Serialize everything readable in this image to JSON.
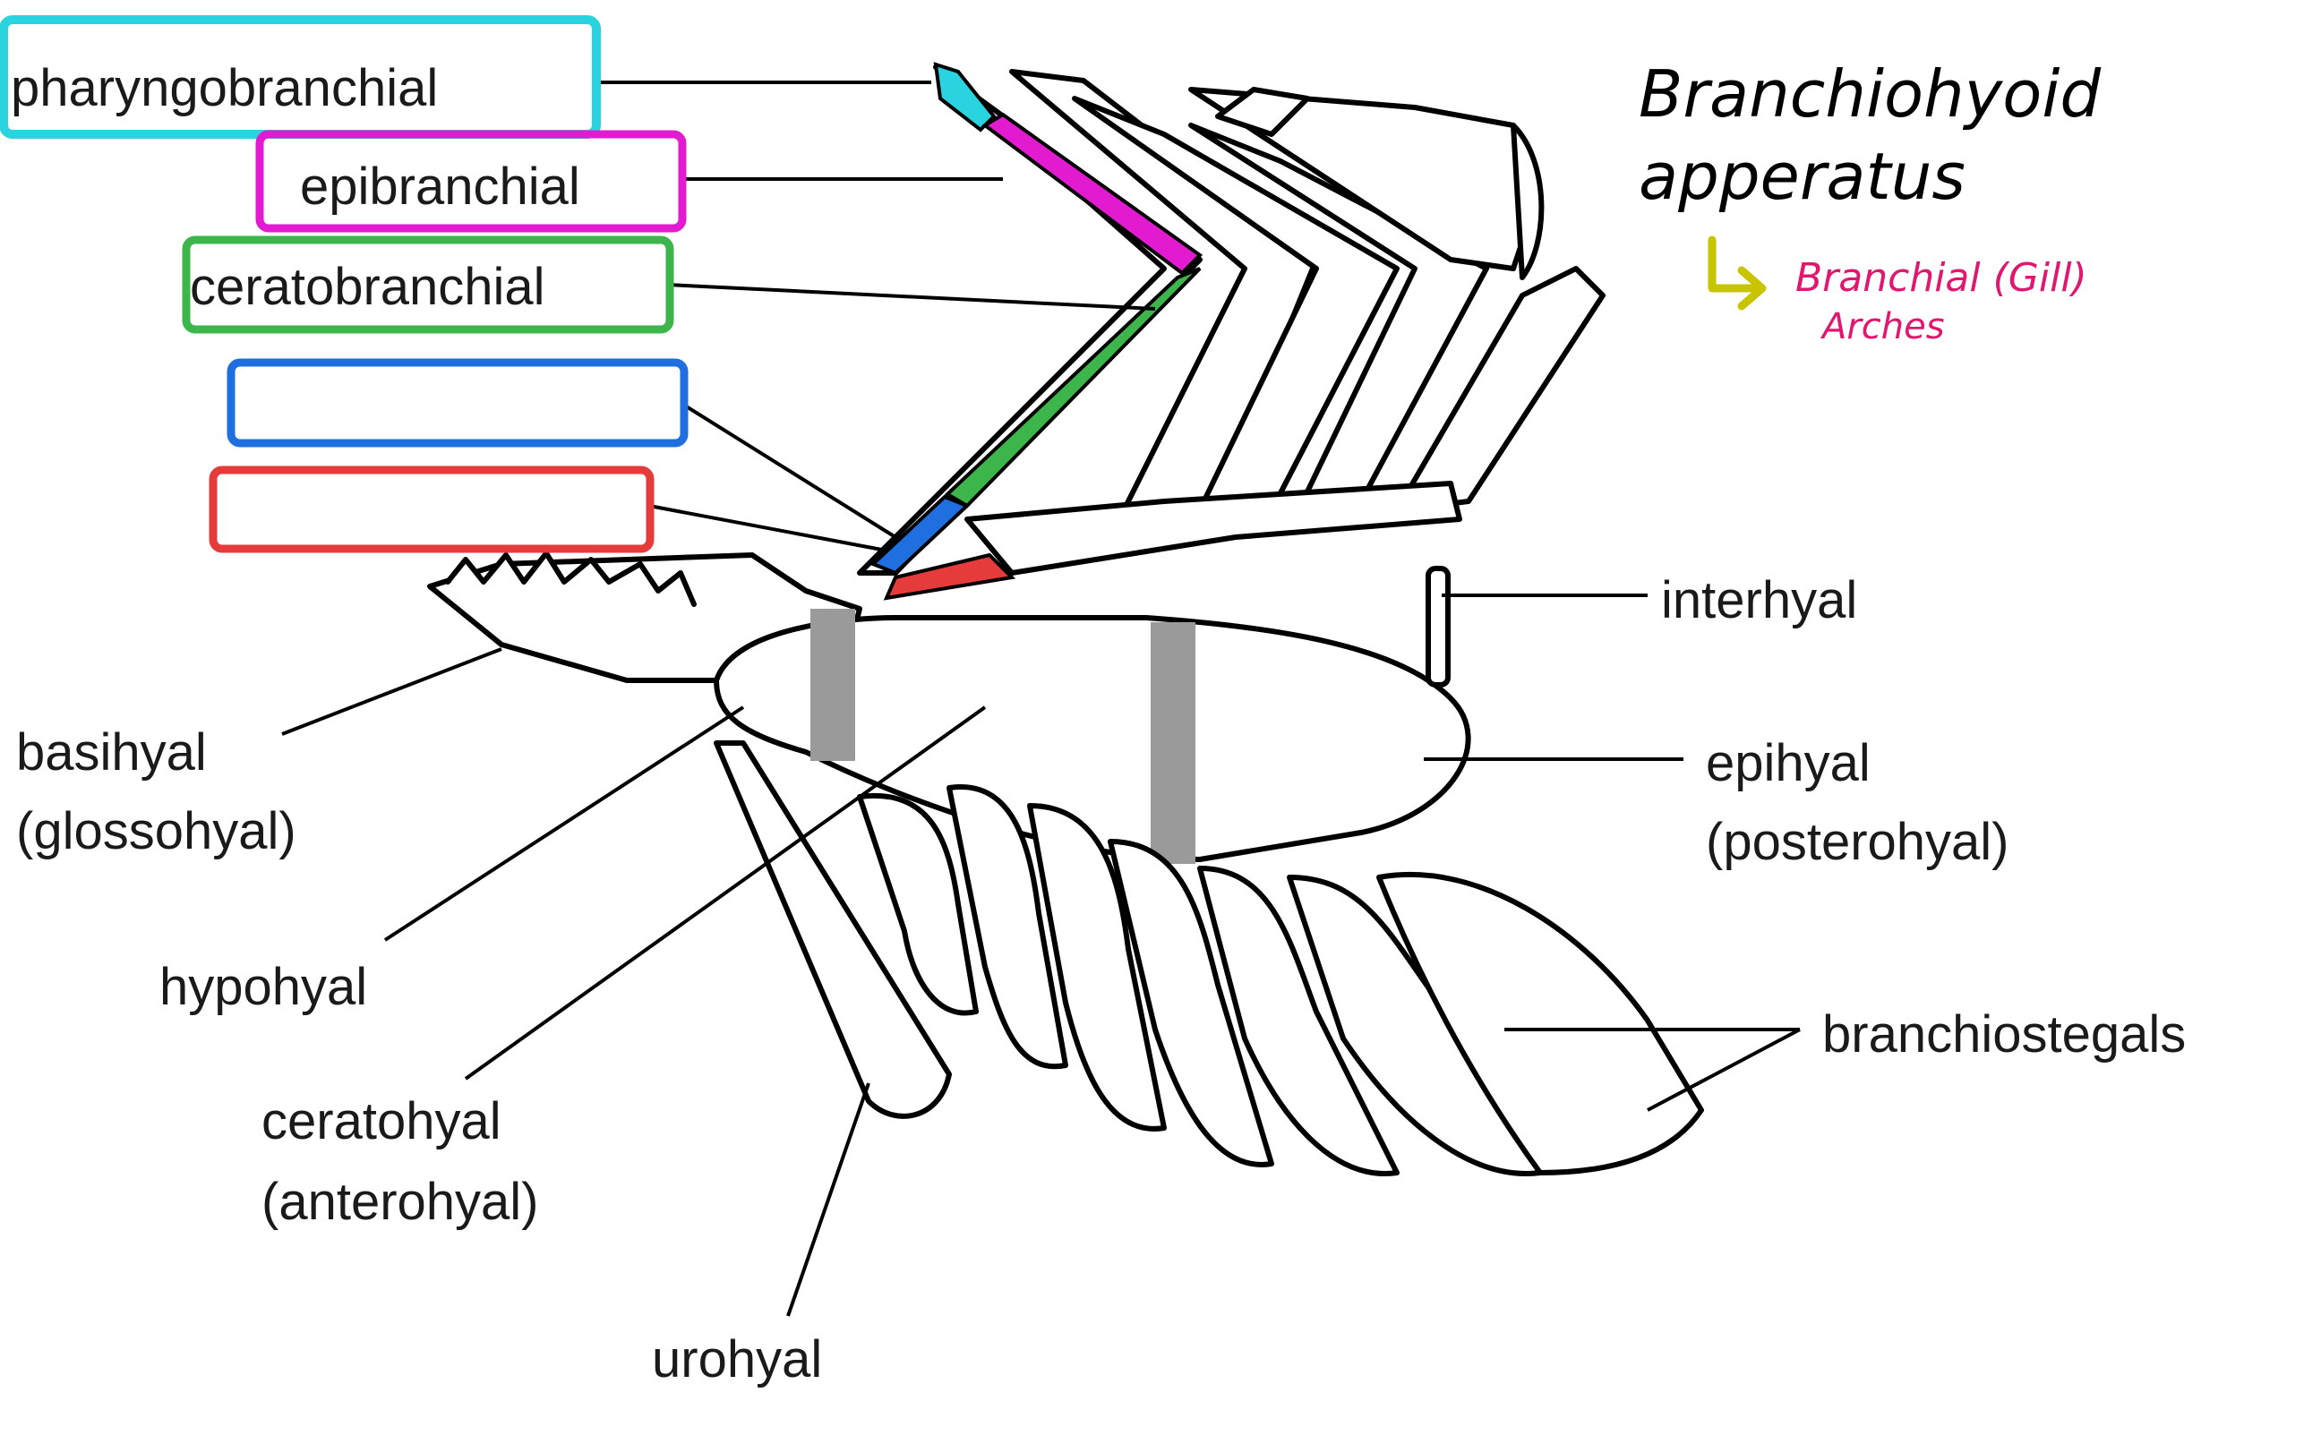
{
  "labels": {
    "pharyngobranchial": "pharyngobranchial",
    "epibranchial": "epibranchial",
    "ceratobranchial": "ceratobranchial",
    "interhyal": "interhyal",
    "epihyal": "epihyal",
    "epihyal_alt": "(posterohyal)",
    "basihyal": "basihyal",
    "basihyal_alt": "(glossohyal)",
    "hypohyal": "hypohyal",
    "ceratohyal": "ceratohyal",
    "ceratohyal_alt": "(anterohyal)",
    "urohyal": "urohyal",
    "branchiostegals": "branchiostegals"
  },
  "notes": {
    "title_line1": "Branchiohyoid",
    "title_line2": "apperatus",
    "sub_line1": "Branchial (Gill)",
    "sub_line2": "Arches"
  },
  "colors": {
    "pharyngobranchial": "#29d3e0",
    "epibranchial": "#e21bd0",
    "ceratobranchial": "#3cb54a",
    "hidden_label_1": "#1f6fe0",
    "hidden_label_2": "#e53b3b",
    "arrow": "#c9c400",
    "subnote": "#e0166f"
  }
}
